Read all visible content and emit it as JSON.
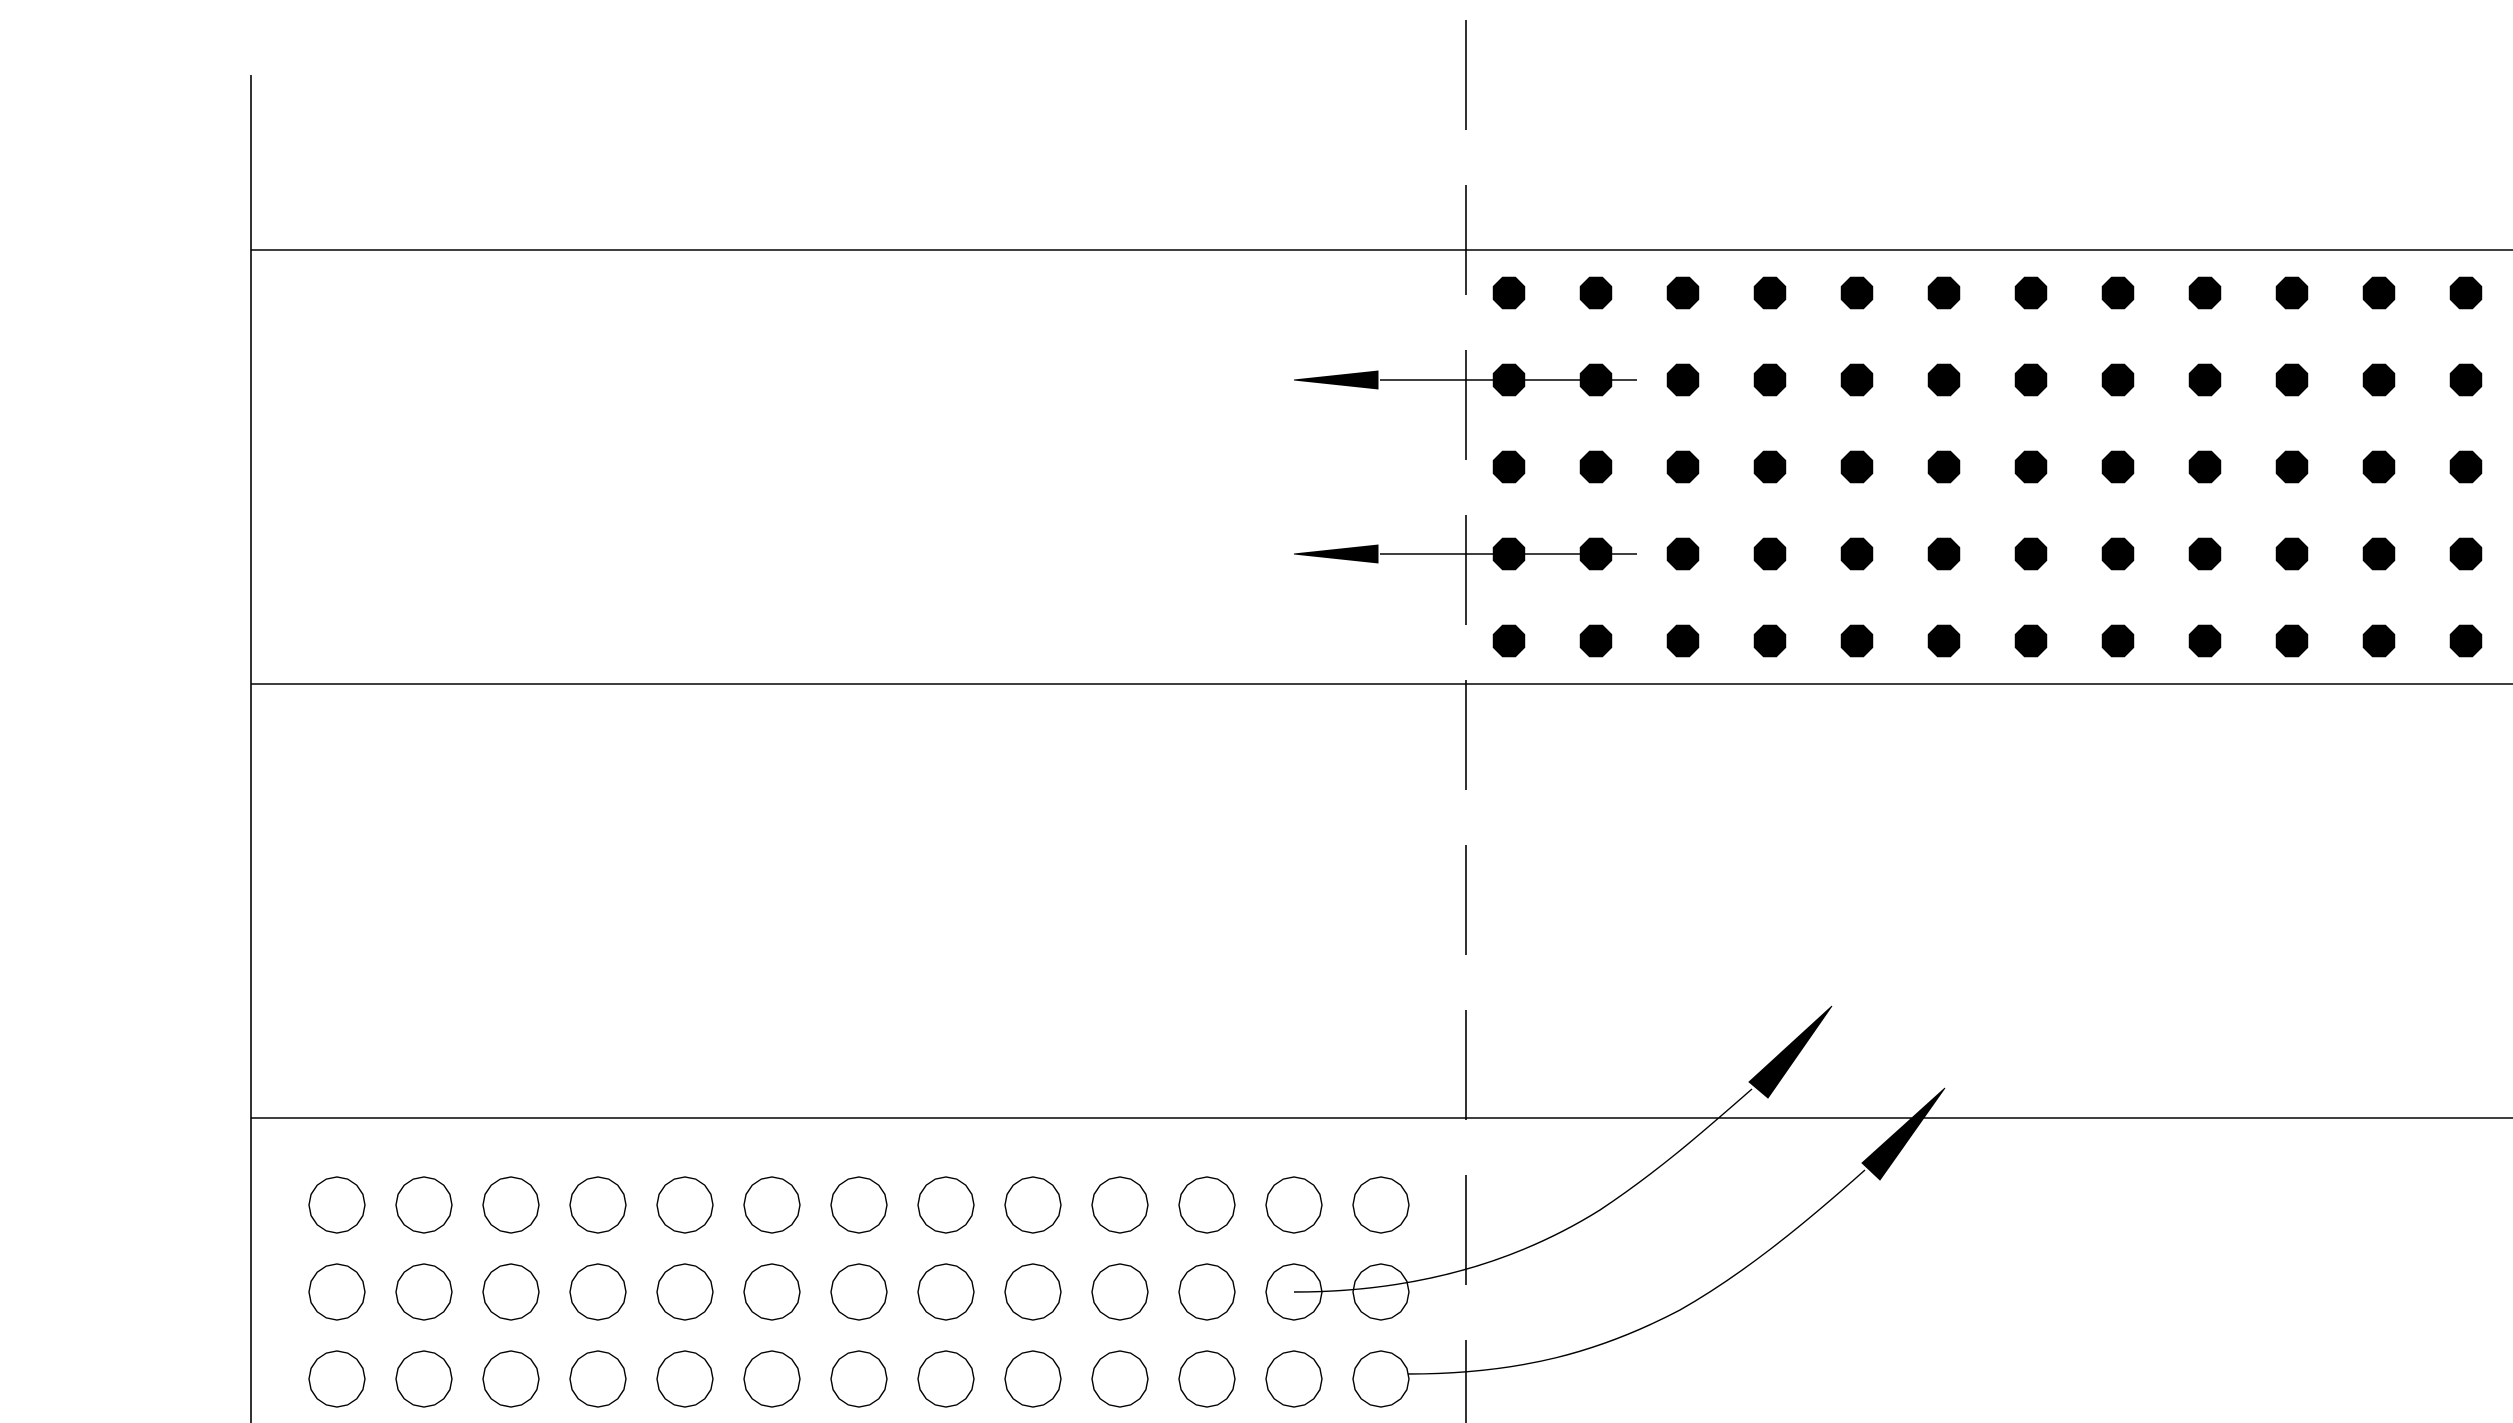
{
  "diagram": {
    "colors": {
      "stroke": "#000000",
      "background": "#ffffff"
    },
    "filled_dot_grid": {
      "rows": 5,
      "visible_columns": 12,
      "style": "filled"
    },
    "open_circle_grid": {
      "rows": 3,
      "visible_columns": 13,
      "style": "open"
    },
    "leader_arrows": [
      {
        "id": "upper-arrow-1",
        "direction": "left",
        "source": "filled-dot-row-2"
      },
      {
        "id": "upper-arrow-2",
        "direction": "left",
        "source": "filled-dot-row-4"
      },
      {
        "id": "lower-arrow-1",
        "direction": "up-right",
        "source": "open-circle-row-2"
      },
      {
        "id": "lower-arrow-2",
        "direction": "up-right",
        "source": "open-circle-row-3"
      }
    ]
  }
}
